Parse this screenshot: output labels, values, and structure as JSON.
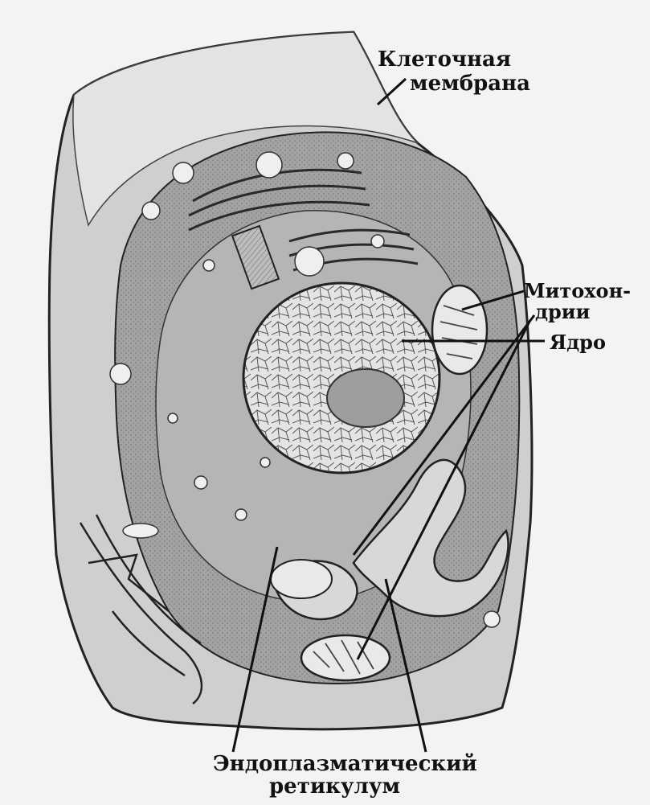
{
  "labels": {
    "membrane_line1": "Клеточная",
    "membrane_line2": "мембрана",
    "mito_line1": "Митохон-",
    "mito_line2": "дрии",
    "nucleus": "Ядро",
    "er_line1": "Эндоплазматический",
    "er_line2": "ретикулум"
  },
  "colors": {
    "background": "#f3f3f3",
    "cell_fill": "#c9c9c9",
    "cytoplasm": "#9a9a9a",
    "nucleus": "#e6e6e6",
    "ink": "#111111"
  }
}
